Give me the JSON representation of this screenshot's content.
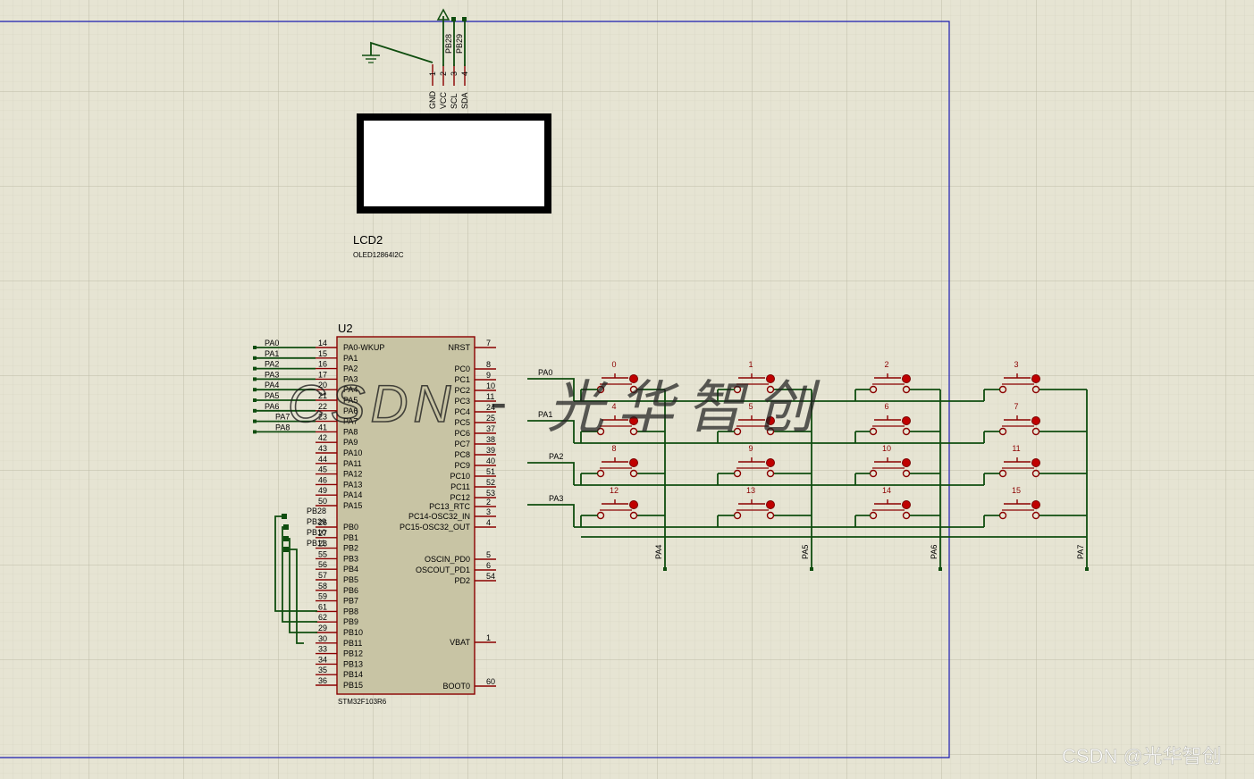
{
  "lcd": {
    "ref": "LCD2",
    "model": "OLED12864I2C",
    "pins": [
      "GND",
      "VCC",
      "SCL",
      "SDA"
    ],
    "pin_numbers": [
      "1",
      "2",
      "3",
      "4"
    ],
    "net_labels": [
      "PB28",
      "PB29"
    ]
  },
  "mcu": {
    "ref": "U2",
    "model": "STM32F103R6",
    "left_pins": [
      {
        "num": "14",
        "name": "PA0-WKUP"
      },
      {
        "num": "15",
        "name": "PA1"
      },
      {
        "num": "16",
        "name": "PA2"
      },
      {
        "num": "17",
        "name": "PA3"
      },
      {
        "num": "20",
        "name": "PA4"
      },
      {
        "num": "21",
        "name": "PA5"
      },
      {
        "num": "22",
        "name": "PA6"
      },
      {
        "num": "23",
        "name": "PA7"
      },
      {
        "num": "41",
        "name": "PA8"
      },
      {
        "num": "42",
        "name": "PA9"
      },
      {
        "num": "43",
        "name": "PA10"
      },
      {
        "num": "44",
        "name": "PA11"
      },
      {
        "num": "45",
        "name": "PA12"
      },
      {
        "num": "46",
        "name": "PA13"
      },
      {
        "num": "49",
        "name": "PA14"
      },
      {
        "num": "50",
        "name": "PA15"
      },
      {
        "num": "26",
        "name": "PB0"
      },
      {
        "num": "27",
        "name": "PB1"
      },
      {
        "num": "28",
        "name": "PB2"
      },
      {
        "num": "55",
        "name": "PB3"
      },
      {
        "num": "56",
        "name": "PB4"
      },
      {
        "num": "57",
        "name": "PB5"
      },
      {
        "num": "58",
        "name": "PB6"
      },
      {
        "num": "59",
        "name": "PB7"
      },
      {
        "num": "61",
        "name": "PB8"
      },
      {
        "num": "62",
        "name": "PB9"
      },
      {
        "num": "29",
        "name": "PB10"
      },
      {
        "num": "30",
        "name": "PB11"
      },
      {
        "num": "33",
        "name": "PB12"
      },
      {
        "num": "34",
        "name": "PB13"
      },
      {
        "num": "35",
        "name": "PB14"
      },
      {
        "num": "36",
        "name": "PB15"
      }
    ],
    "right_pins": [
      {
        "num": "7",
        "name": "NRST"
      },
      {
        "num": "8",
        "name": "PC0"
      },
      {
        "num": "9",
        "name": "PC1"
      },
      {
        "num": "10",
        "name": "PC2"
      },
      {
        "num": "11",
        "name": "PC3"
      },
      {
        "num": "24",
        "name": "PC4"
      },
      {
        "num": "25",
        "name": "PC5"
      },
      {
        "num": "37",
        "name": "PC6"
      },
      {
        "num": "38",
        "name": "PC7"
      },
      {
        "num": "39",
        "name": "PC8"
      },
      {
        "num": "40",
        "name": "PC9"
      },
      {
        "num": "51",
        "name": "PC10"
      },
      {
        "num": "52",
        "name": "PC11"
      },
      {
        "num": "53",
        "name": "PC12"
      },
      {
        "num": "2",
        "name": "PC13_RTC"
      },
      {
        "num": "3",
        "name": "PC14-OSC32_IN"
      },
      {
        "num": "4",
        "name": "PC15-OSC32_OUT"
      },
      {
        "num": "5",
        "name": "OSCIN_PD0"
      },
      {
        "num": "6",
        "name": "OSCOUT_PD1"
      },
      {
        "num": "54",
        "name": "PD2"
      },
      {
        "num": "1",
        "name": "VBAT"
      },
      {
        "num": "60",
        "name": "BOOT0"
      }
    ],
    "left_net_labels": [
      "PA0",
      "PA1",
      "PA2",
      "PA3",
      "PA4",
      "PA5",
      "PA6",
      "PA7",
      "PA8"
    ],
    "pb_net_labels": [
      "PB28",
      "PB29",
      "PB10",
      "PB11"
    ]
  },
  "keypad": {
    "keys": [
      "0",
      "1",
      "2",
      "3",
      "4",
      "5",
      "6",
      "7",
      "8",
      "9",
      "10",
      "11",
      "12",
      "13",
      "14",
      "15"
    ],
    "row_nets": [
      "PA0",
      "PA1",
      "PA2",
      "PA3"
    ],
    "col_nets": [
      "PA4",
      "PA5",
      "PA6",
      "PA7"
    ]
  },
  "watermark": {
    "overlay_latin": "CSDN",
    "overlay_dash": "-",
    "overlay_cn": "光华智创",
    "corner": "CSDN @光华智创"
  },
  "colors": {
    "background": "#e6e4d3",
    "grid": "#c9c7b4",
    "wire": "#0f4d0f",
    "pin": "#8b0000",
    "chip_fill": "#c8c4a4",
    "border_blue": "#1b1bb0"
  }
}
